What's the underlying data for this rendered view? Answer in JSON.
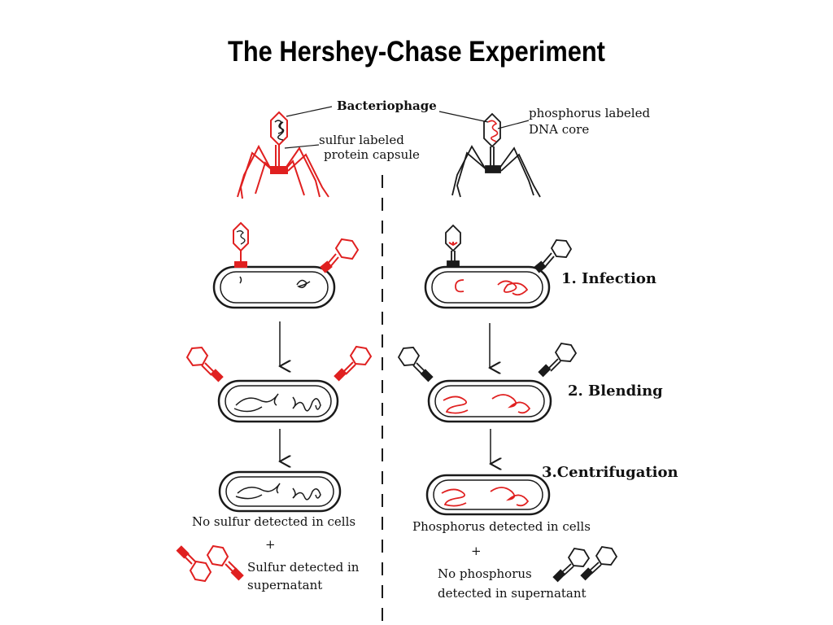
{
  "title": "The Hershey-Chase Experiment",
  "labels": {
    "bacteriophage": "Bacteriophage",
    "sulfur_labeled_line1": "sulfur labeled",
    "sulfur_labeled_line2": "protein capsule",
    "phosphorus_labeled_line1": "phosphorus labeled",
    "phosphorus_labeled_line2": "DNA core"
  },
  "steps": [
    {
      "label": "1. Infection"
    },
    {
      "label": "2. Blending"
    },
    {
      "label": "3.Centrifugation"
    }
  ],
  "results": {
    "left": {
      "cells": "No sulfur detected in cells",
      "plus": "+",
      "supernatant_line1": "Sulfur detected in",
      "supernatant_line2": "supernatant"
    },
    "right": {
      "cells": "Phosphorus detected in cells",
      "plus": "+",
      "supernatant_line1": "No phosphorus",
      "supernatant_line2": "detected in supernatant"
    }
  },
  "colors": {
    "label_red": "#e02020",
    "ink": "#1a1a1a"
  }
}
